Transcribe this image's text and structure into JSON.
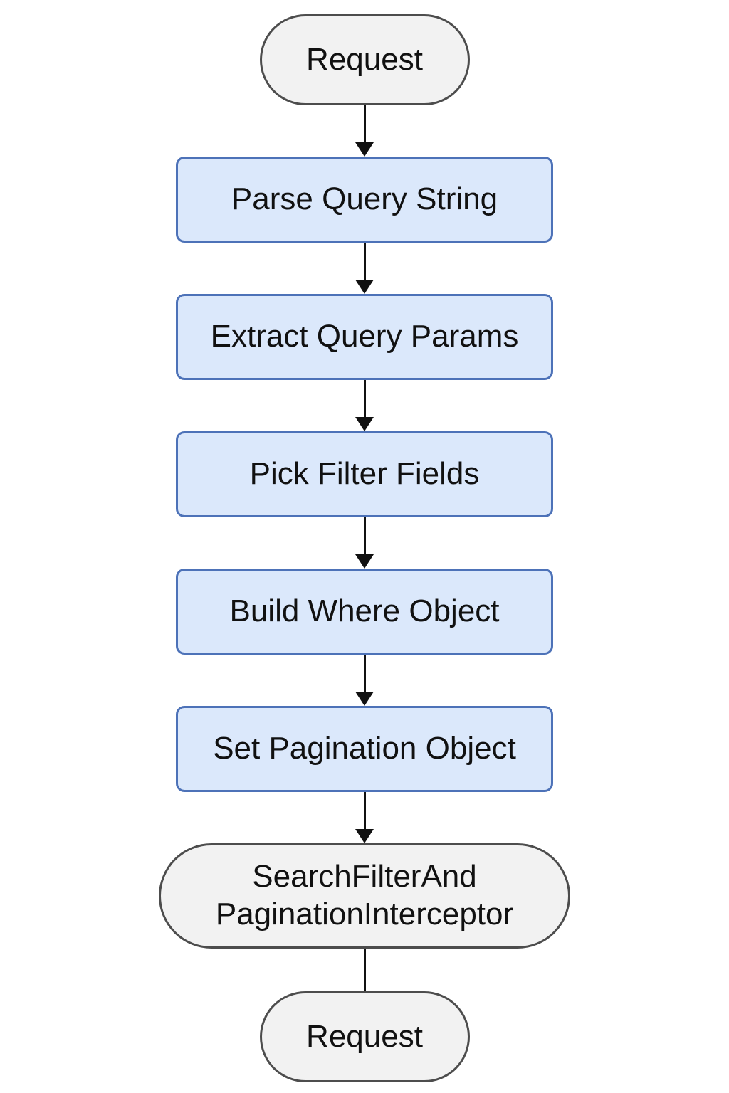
{
  "diagram": {
    "type": "flowchart",
    "direction": "top-down",
    "colors": {
      "background": "#ffffff",
      "terminal_fill": "#f2f2f2",
      "terminal_border": "#4d4d4d",
      "process_fill": "#dbe8fb",
      "process_border": "#4d72b8",
      "edge": "#111111",
      "text": "#111111"
    },
    "nodes": [
      {
        "id": "request-start",
        "shape": "stadium",
        "label": "Request"
      },
      {
        "id": "parse-query-string",
        "shape": "rect",
        "label": "Parse Query String"
      },
      {
        "id": "extract-query-params",
        "shape": "rect",
        "label": "Extract Query Params"
      },
      {
        "id": "pick-filter-fields",
        "shape": "rect",
        "label": "Pick Filter Fields"
      },
      {
        "id": "build-where-object",
        "shape": "rect",
        "label": "Build Where Object"
      },
      {
        "id": "set-pagination-object",
        "shape": "rect",
        "label": "Set Pagination Object"
      },
      {
        "id": "search-filter-interceptor",
        "shape": "stadium",
        "label": "SearchFilterAnd PaginationInterceptor",
        "label_lines": [
          "SearchFilterAnd",
          "PaginationInterceptor"
        ]
      },
      {
        "id": "request-end",
        "shape": "stadium",
        "label": "Request"
      }
    ],
    "edges": [
      {
        "from": "request-start",
        "to": "parse-query-string",
        "style": "arrow"
      },
      {
        "from": "parse-query-string",
        "to": "extract-query-params",
        "style": "arrow"
      },
      {
        "from": "extract-query-params",
        "to": "pick-filter-fields",
        "style": "arrow"
      },
      {
        "from": "pick-filter-fields",
        "to": "build-where-object",
        "style": "arrow"
      },
      {
        "from": "build-where-object",
        "to": "set-pagination-object",
        "style": "arrow"
      },
      {
        "from": "set-pagination-object",
        "to": "search-filter-interceptor",
        "style": "arrow"
      },
      {
        "from": "search-filter-interceptor",
        "to": "request-end",
        "style": "line"
      }
    ]
  }
}
